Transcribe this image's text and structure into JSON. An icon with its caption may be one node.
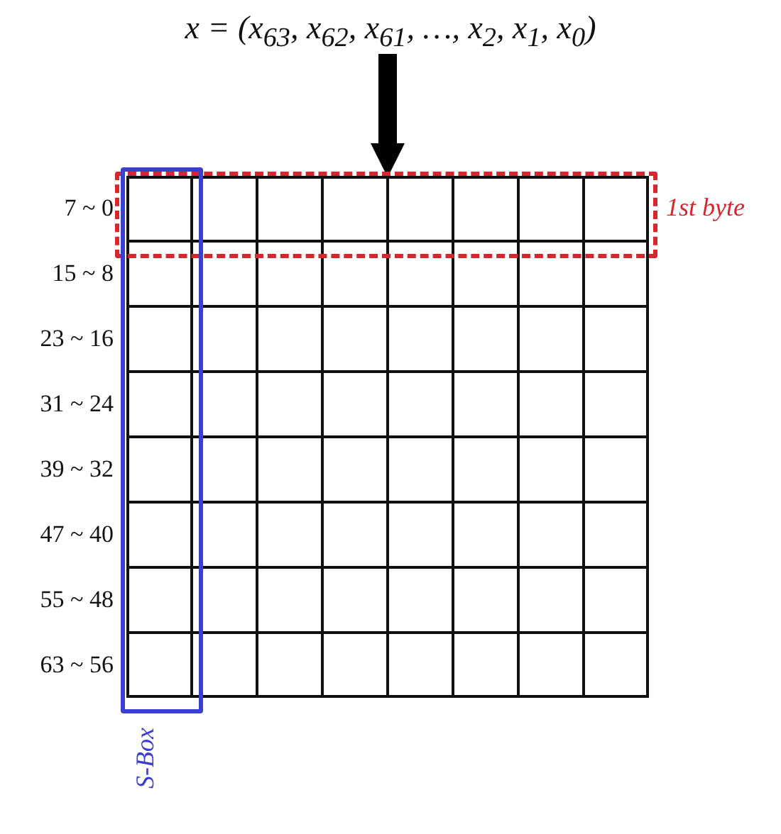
{
  "diagram": {
    "nodes": [
      {
        "text": [
          "x = (x$_{63}$, x$_{62}$, x$_{61}$, …, x$_{2}$, x$_{1}$, x$_{0}$)"
        ]
      },
      {
        "text": [],
        "shape": "box"
      },
      {
        "text": [
          "1st byte"
        ]
      },
      {
        "text": [
          "S-Box"
        ]
      }
    ],
    "edges": [
      {
        "from": 0,
        "to": 1,
        "arrow": "to"
      }
    ],
    "labels": [
      "7 ~ 0",
      "15 ~ 8",
      "23 ~ 16",
      "31 ~ 24",
      "39 ~ 32",
      "47 ~ 40",
      "55 ~ 48",
      "63 ~ 56"
    ]
  }
}
